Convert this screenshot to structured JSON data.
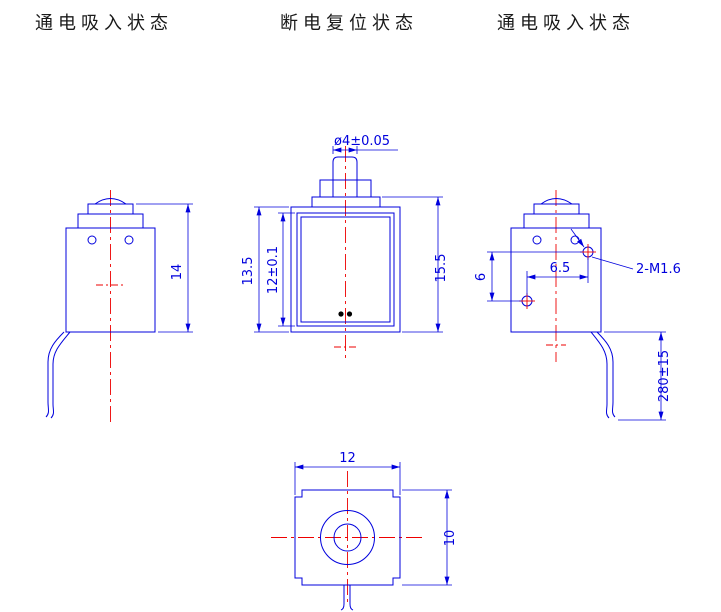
{
  "drawing": {
    "background": "#ffffff",
    "colors": {
      "outline": "#0000dd",
      "centerline": "#ee0000",
      "label_text": "#1a1a1a",
      "dimension_text": "#0000dd"
    }
  },
  "labels": {
    "left": "通电吸入状态",
    "center": "断电复位状态",
    "right": "通电吸入状态"
  },
  "views": {
    "side_left": {
      "title": "left side view (energized, pulled-in state)",
      "dims": {
        "height": "14"
      }
    },
    "front": {
      "title": "front view (de-energized, reset state)",
      "dims": {
        "plunger_dia": "ø4±0.05",
        "body_height": "13.5",
        "coil_height": "12±0.1",
        "overall_height": "15.5"
      }
    },
    "side_right": {
      "title": "right side view (energized, pulled-in state)",
      "dims": {
        "hole_offset_v": "6",
        "hole_offset_h": "6.5",
        "thread_callout": "2-M1.6",
        "lead_length": "280±15"
      }
    },
    "top": {
      "title": "top view",
      "dims": {
        "width": "12",
        "depth": "10"
      }
    }
  }
}
